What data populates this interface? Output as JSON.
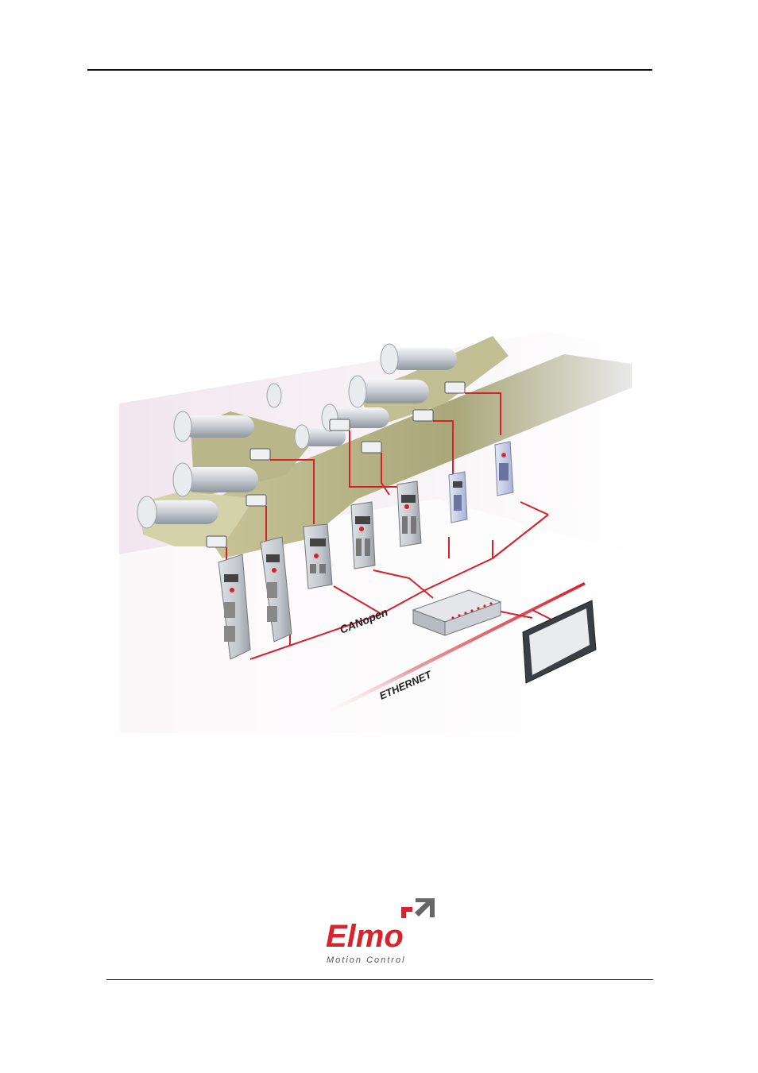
{
  "figure": {
    "network_labels": {
      "can": "CANopen",
      "ethernet": "ETHERNET"
    },
    "colors": {
      "bus_line": "#d8202a",
      "web": "#b7b98a",
      "roller": "#cfd3d8"
    }
  },
  "logo": {
    "brand": "Elmo",
    "tagline": "Motion Control",
    "brand_color": "#d9222a"
  }
}
